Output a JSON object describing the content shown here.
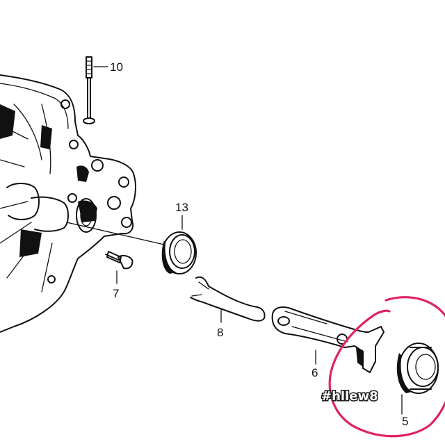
{
  "part_labels": {
    "p10": "10",
    "p13": "13",
    "p7": "7",
    "p8": "8",
    "p6": "6",
    "p5": "5"
  },
  "watermark": "#hllew8",
  "colors": {
    "ink": "#111111",
    "highlight_circle": "#e0245e",
    "background": "#ffffff"
  }
}
